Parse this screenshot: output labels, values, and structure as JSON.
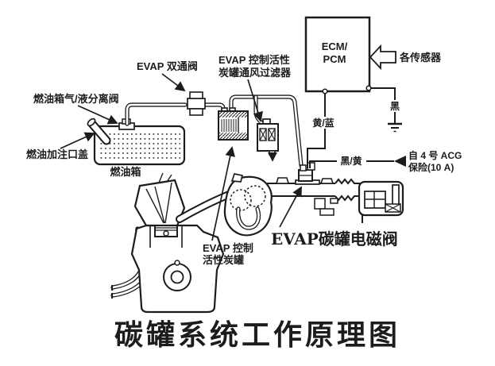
{
  "diagram": {
    "title": "碳罐系统工作原理图",
    "colors": {
      "line": "#1c1c1c",
      "accent_red": "#e8100c",
      "background": "#ffffff"
    },
    "labels": {
      "two_way_valve": "EVAP 双通阀",
      "vent_filter_line1": "EVAP 控制活性",
      "vent_filter_line2": "炭罐通风过滤器",
      "separator_valve": "燃油箱气/液分离阀",
      "filler_cap": "燃油加注口盖",
      "fuel_tank": "燃油箱",
      "canister_line1": "EVAP 控制",
      "canister_line2": "活性炭罐",
      "solenoid_valve_red": "EVAP碳罐电磁阀",
      "ecm_line1": "ECM/",
      "ecm_line2": "PCM",
      "sensors": "各传感器",
      "wire_black": "黑",
      "wire_yellow_blue": "黄/蓝",
      "wire_black_yellow": "黑/黄",
      "acg_fuse_line1": "自 4 号 ACG",
      "acg_fuse_line2": "保险(10 A)"
    }
  }
}
